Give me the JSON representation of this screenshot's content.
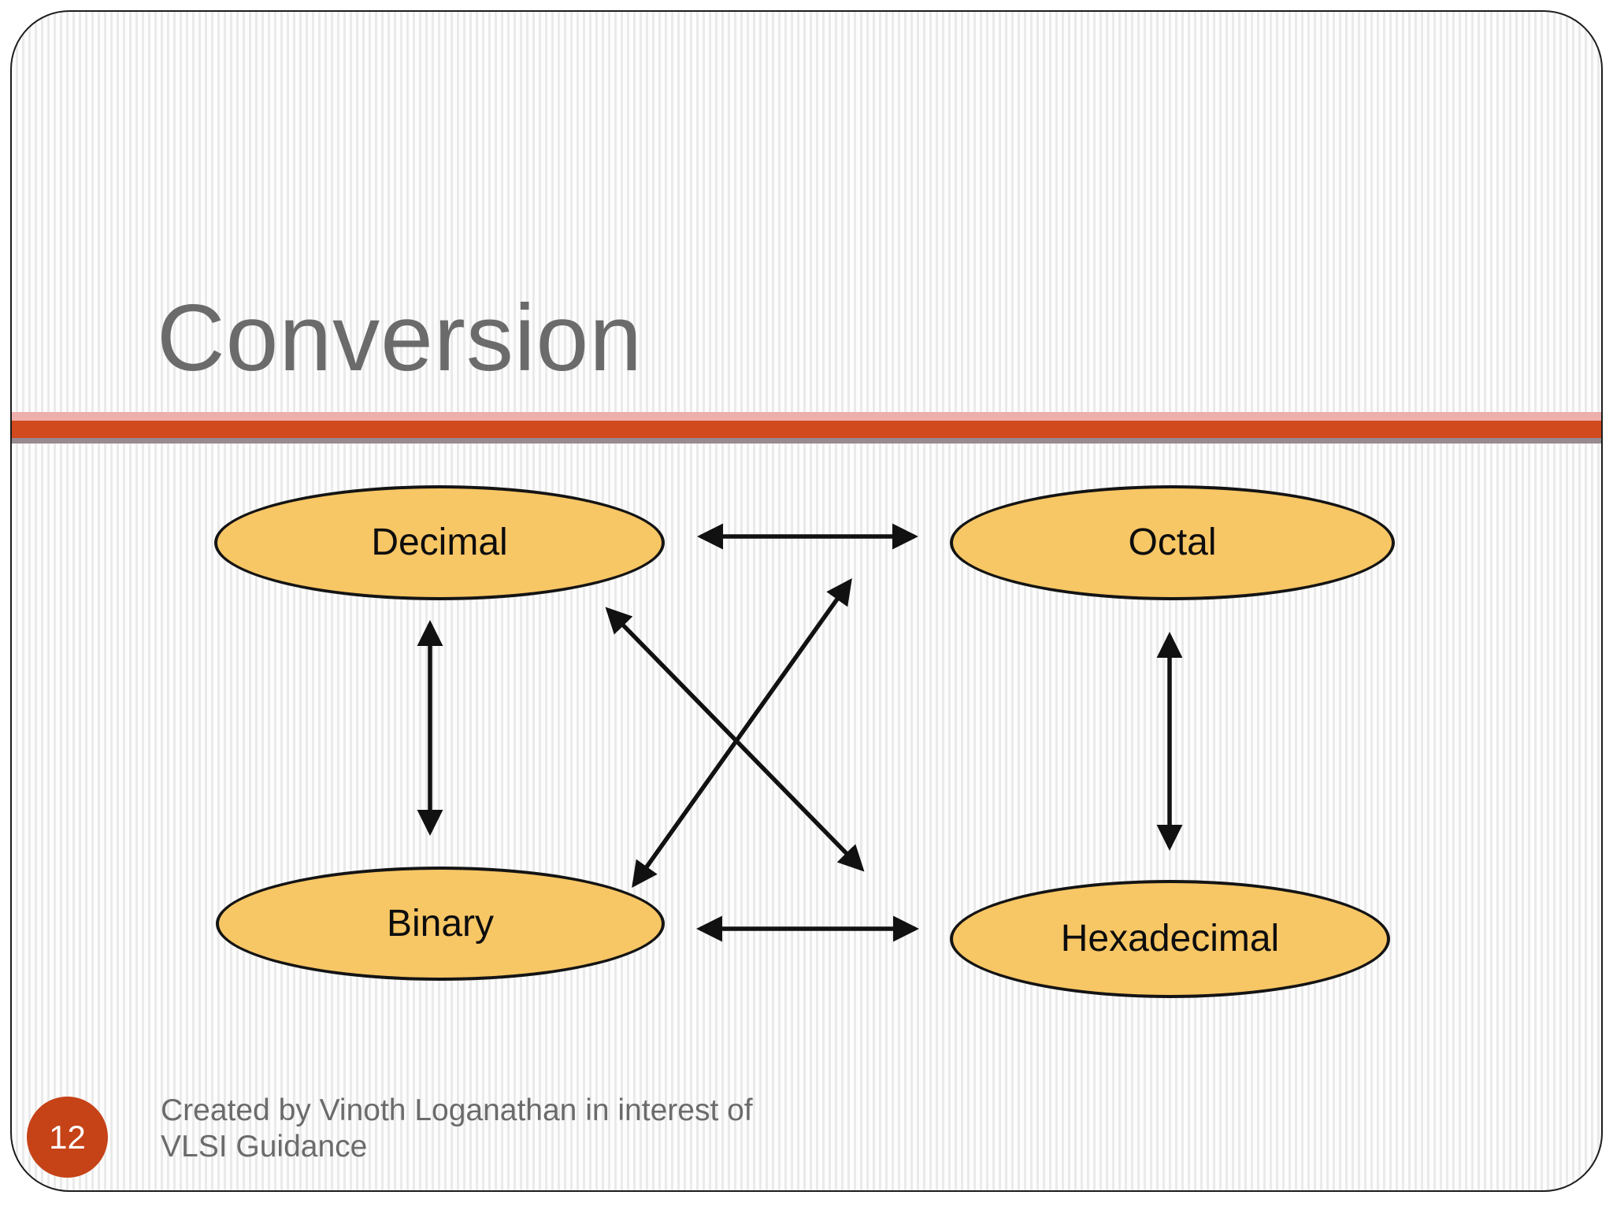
{
  "slide": {
    "title": "Conversion",
    "page_number": "12",
    "credit": "Created by Vinoth Loganathan in interest of\nVLSI Guidance"
  },
  "diagram": {
    "nodes": [
      {
        "id": "decimal",
        "label": "Decimal"
      },
      {
        "id": "octal",
        "label": "Octal"
      },
      {
        "id": "binary",
        "label": "Binary"
      },
      {
        "id": "hexadecimal",
        "label": "Hexadecimal"
      }
    ],
    "edges": [
      {
        "from": "decimal",
        "to": "octal",
        "bidirectional": true
      },
      {
        "from": "binary",
        "to": "hexadecimal",
        "bidirectional": true
      },
      {
        "from": "decimal",
        "to": "binary",
        "bidirectional": true
      },
      {
        "from": "octal",
        "to": "hexadecimal",
        "bidirectional": true
      },
      {
        "from": "binary",
        "to": "octal",
        "bidirectional": true
      },
      {
        "from": "decimal",
        "to": "hexadecimal",
        "bidirectional": true
      }
    ]
  },
  "colors": {
    "node_fill": "#f7c665",
    "node_border": "#141414",
    "arrow": "#111111",
    "title_text": "#6b6b6b",
    "divider_pink": "#eeafac",
    "divider_orange": "#d14a1e",
    "divider_gray": "#978b91",
    "page_badge": "#c64217",
    "credit_text": "#6b6b6b"
  }
}
